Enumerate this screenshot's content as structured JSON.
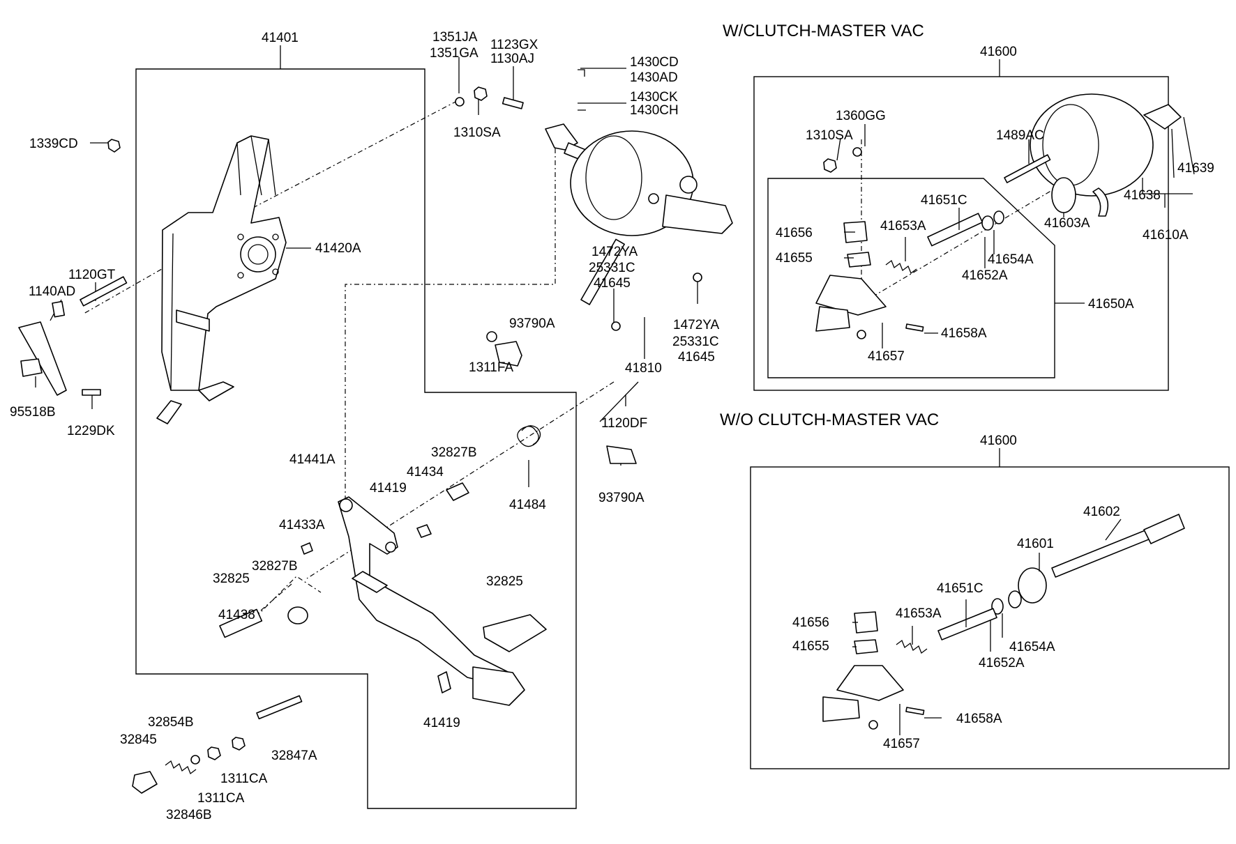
{
  "headings": {
    "with_vac": "W/CLUTCH-MASTER VAC",
    "without_vac": "W/O CLUTCH-MASTER VAC"
  },
  "labels": {
    "l_41401": "41401",
    "l_1351ja": "1351JA",
    "l_1351ga": "1351GA",
    "l_1123gx": "1123GX",
    "l_1130aj": "1130AJ",
    "l_1430cd": "1430CD",
    "l_1430ad": "1430AD",
    "l_1430ck": "1430CK",
    "l_1430ch": "1430CH",
    "l_1310sa_a": "1310SA",
    "l_1339cd": "1339CD",
    "l_41420a": "41420A",
    "l_1120gt": "1120GT",
    "l_1140ad": "1140AD",
    "l_95518b": "95518B",
    "l_1229dk": "1229DK",
    "l_1472ya_a": "1472YA",
    "l_25331c_a": "25331C",
    "l_41645_a": "41645",
    "l_1472ya_b": "1472YA",
    "l_25331c_b": "25331C",
    "l_41645_b": "41645",
    "l_93790a_a": "93790A",
    "l_1311fa": "1311FA",
    "l_41810": "41810",
    "l_1120df": "1120DF",
    "l_93790a_b": "93790A",
    "l_41441a": "41441A",
    "l_32827b_a": "32827B",
    "l_41434": "41434",
    "l_41419_a": "41419",
    "l_41484": "41484",
    "l_41433a": "41433A",
    "l_32827b_b": "32827B",
    "l_32825_a": "32825",
    "l_32825_b": "32825",
    "l_41438": "41438",
    "l_41419_b": "41419",
    "l_32854b": "32854B",
    "l_32845": "32845",
    "l_32847a": "32847A",
    "l_1311ca_a": "1311CA",
    "l_1311ca_b": "1311CA",
    "l_32846b": "32846B",
    "u_41600": "41600",
    "u_1360gg": "1360GG",
    "u_1310sa": "1310SA",
    "u_1489ac": "1489AC",
    "u_41639": "41639",
    "u_41638": "41638",
    "u_41610a": "41610A",
    "u_41603a": "41603A",
    "u_41651c": "41651C",
    "u_41656": "41656",
    "u_41653a": "41653A",
    "u_41655": "41655",
    "u_41654a": "41654A",
    "u_41652a": "41652A",
    "u_41650a": "41650A",
    "u_41658a": "41658A",
    "u_41657": "41657",
    "w_41600": "41600",
    "w_41602": "41602",
    "w_41601": "41601",
    "w_41651c": "41651C",
    "w_41656": "41656",
    "w_41653a": "41653A",
    "w_41655": "41655",
    "w_41654a": "41654A",
    "w_41652a": "41652A",
    "w_41658a": "41658A",
    "w_41657": "41657"
  }
}
